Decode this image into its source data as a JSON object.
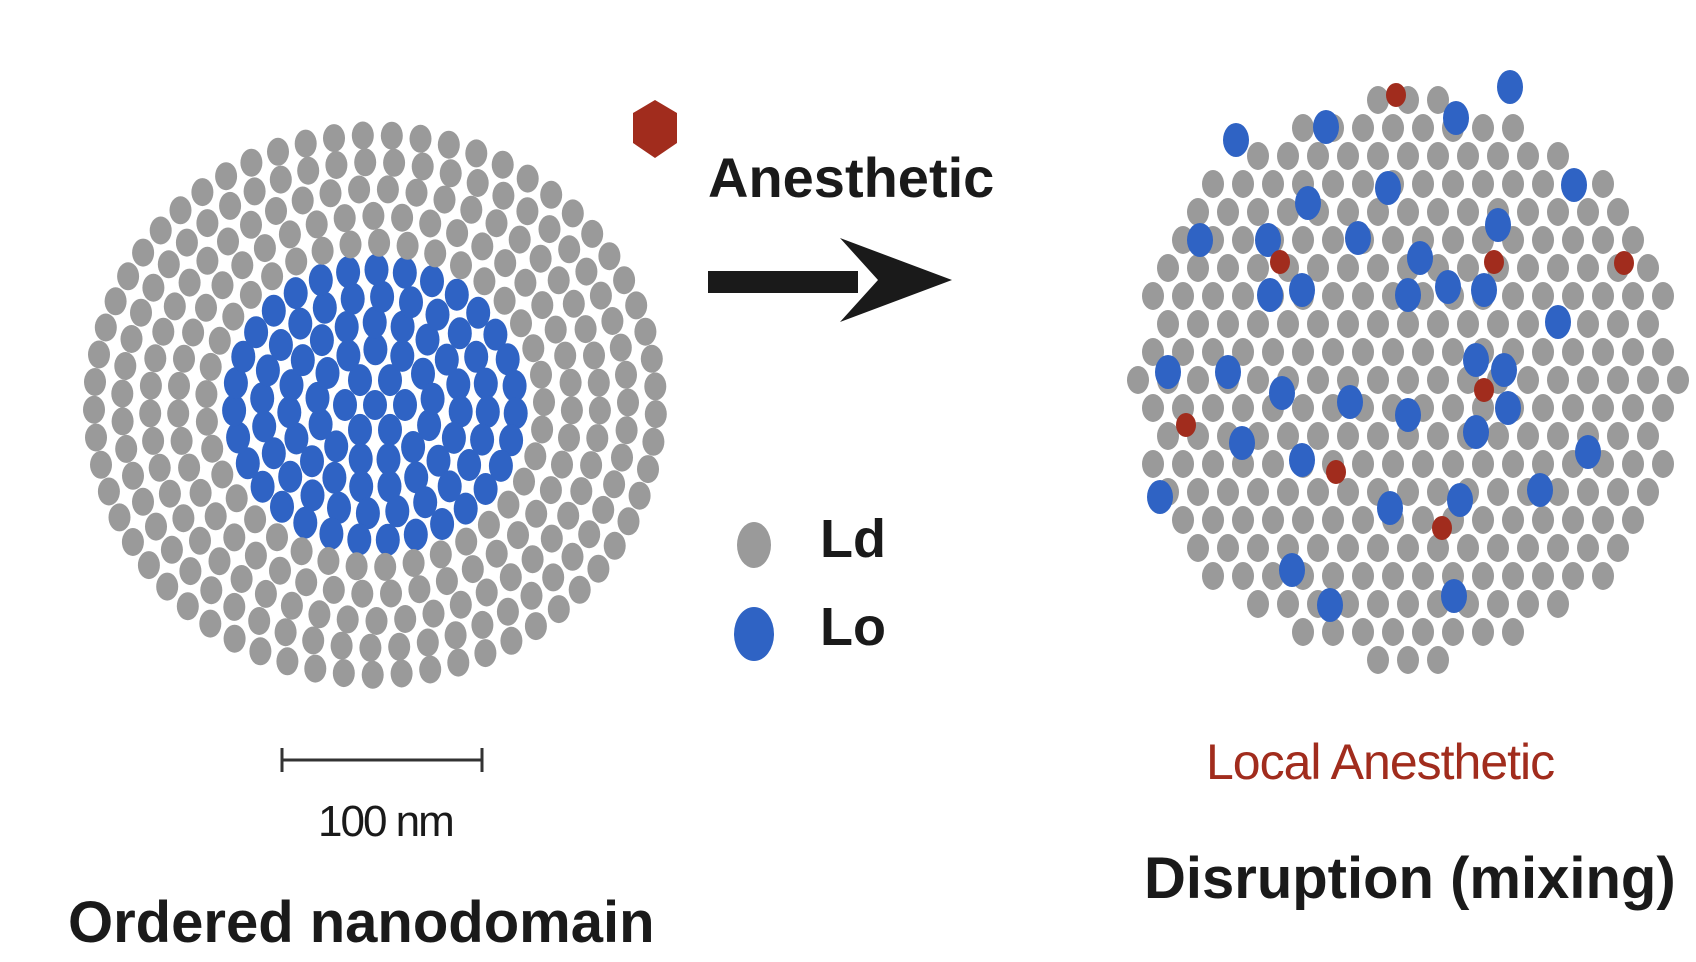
{
  "diagram": {
    "arrow_label": "Anesthetic",
    "legend": {
      "ld_label": "Ld",
      "lo_label": "Lo"
    },
    "scale_bar_label": "100 nm",
    "left_caption": "Ordered nanodomain",
    "right_label": "Local  Anesthetic",
    "right_caption": "Disruption (mixing)"
  },
  "colors": {
    "ld_lipid": "#9a9a9a",
    "lo_lipid": "#2f63c4",
    "anesthetic": "#a12c1d",
    "text": "#1a1a1a",
    "background": "#ffffff"
  }
}
